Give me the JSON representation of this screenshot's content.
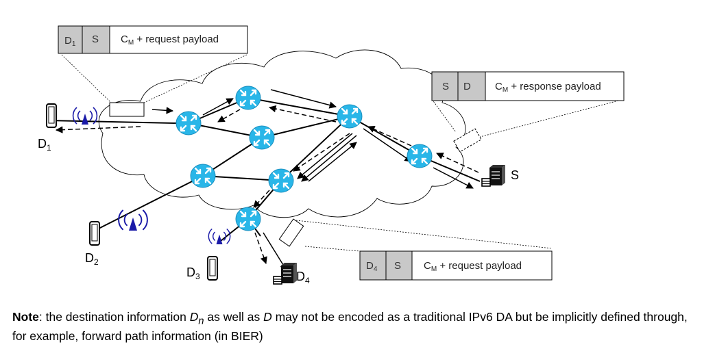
{
  "packets": {
    "top": {
      "d_cell": "D",
      "d_sub": "1",
      "s_cell": "S",
      "c_label": "C",
      "c_sub": "M",
      "payload_text": " + request payload"
    },
    "right": {
      "s_cell": "S",
      "d_cell": "D",
      "c_label": "C",
      "c_sub": "M",
      "payload_text": " + response payload"
    },
    "bottom": {
      "d_cell": "D",
      "d_sub": "4",
      "s_cell": "S",
      "c_label": "C",
      "c_sub": "M",
      "payload_text": " + request payload"
    }
  },
  "nodes": {
    "d1": {
      "label": "D",
      "sub": "1"
    },
    "d2": {
      "label": "D",
      "sub": "2"
    },
    "d3": {
      "label": "D",
      "sub": "3"
    },
    "d4": {
      "label": "D",
      "sub": "4"
    },
    "server": {
      "label": "S"
    }
  },
  "note": {
    "bold": "Note",
    "part1": ": the destination information ",
    "dn_label": "D",
    "dn_sub": "n",
    "part2": " as well as ",
    "d_label": "D",
    "part3": " may not be encoded as a traditional IPv6 DA but be implicitly defined through, for example, forward path information (in BIER)"
  },
  "colors": {
    "router": "#29b6e8",
    "router_arrow": "#ffffff",
    "tower": "#1a1aa8",
    "cell_gray": "#c8c8c8",
    "line": "#000000"
  },
  "icons": [
    "router-icon",
    "antenna-tower-icon",
    "phone-icon",
    "server-icon",
    "cloud-shape"
  ]
}
